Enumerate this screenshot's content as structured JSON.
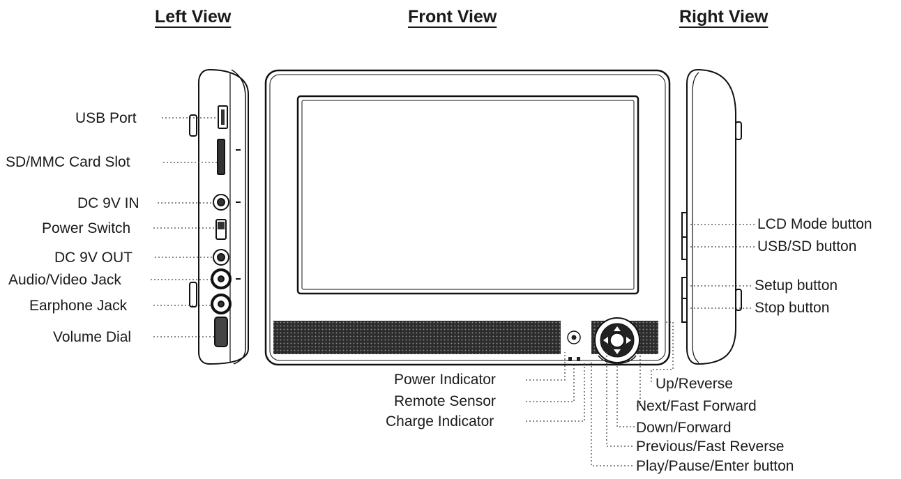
{
  "titles": {
    "left": "Left View",
    "front": "Front View",
    "right": "Right View"
  },
  "left_labels": [
    "USB Port",
    "SD/MMC Card Slot",
    "DC 9V IN",
    "Power Switch",
    "DC 9V OUT",
    "Audio/Video Jack",
    "Earphone Jack",
    "Volume Dial"
  ],
  "right_labels": [
    "LCD Mode button",
    "USB/SD button",
    "Setup button",
    "Stop button"
  ],
  "bottom_left_labels": [
    "Power Indicator",
    "Remote Sensor",
    "Charge Indicator"
  ],
  "bottom_right_labels": [
    "Up/Reverse",
    "Next/Fast Forward",
    "Down/Forward",
    "Previous/Fast Reverse",
    "Play/Pause/Enter button"
  ]
}
